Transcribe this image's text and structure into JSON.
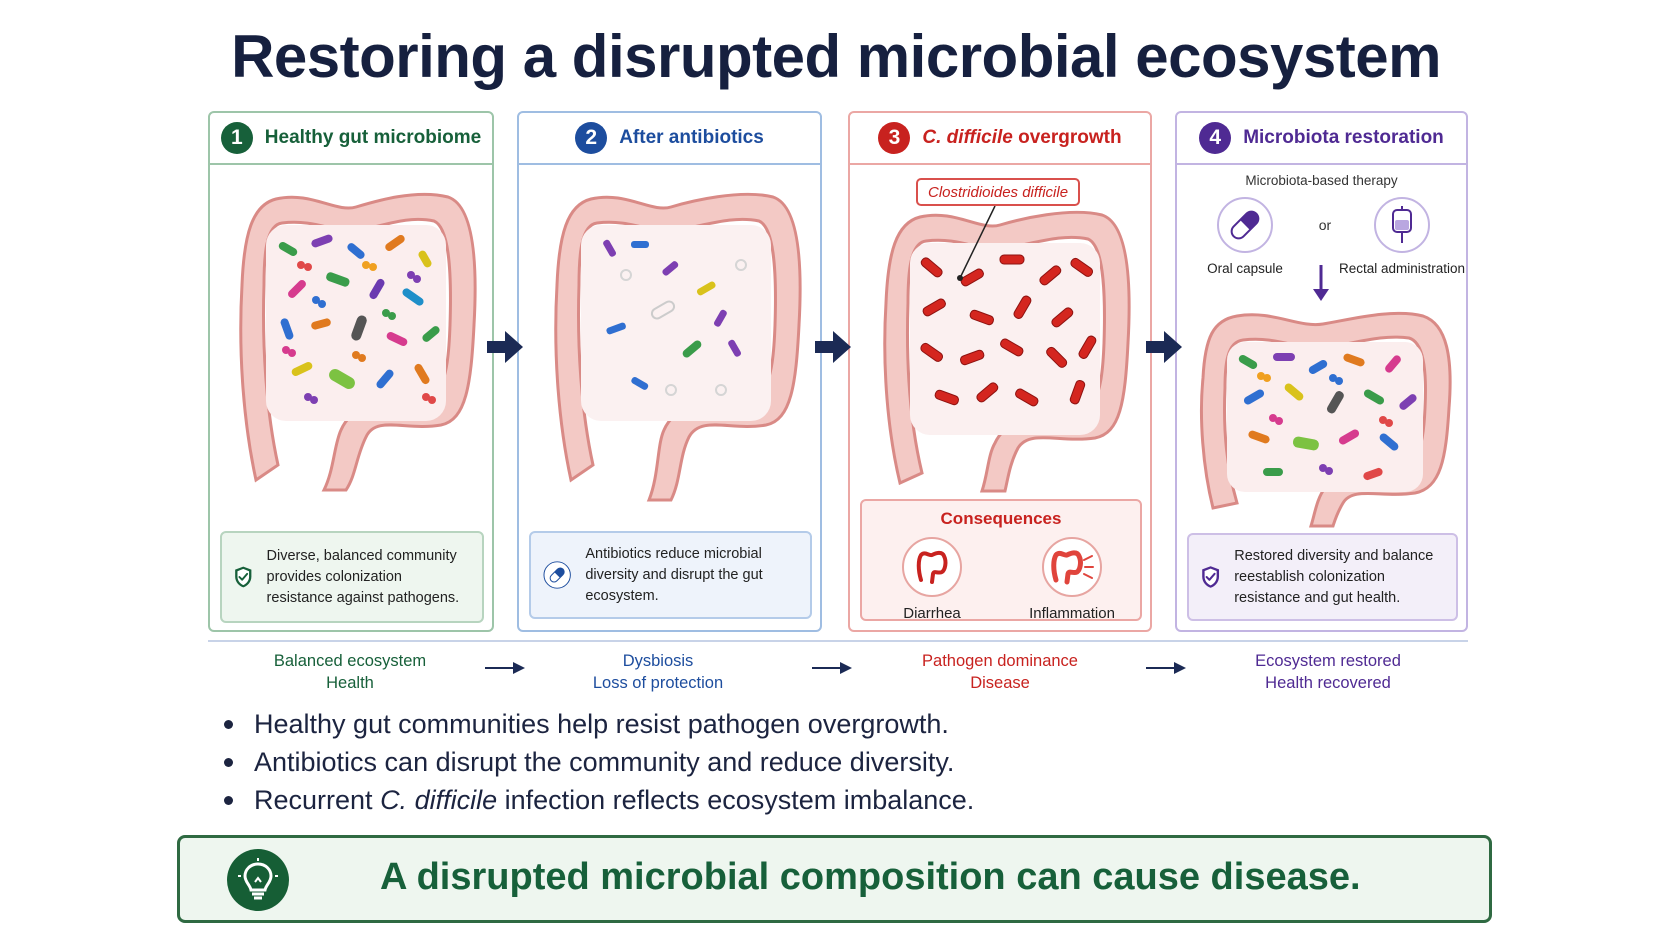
{
  "title": "Restoring a disrupted microbial ecosystem",
  "panels": [
    {
      "number": "1",
      "title": "Healthy gut microbiome",
      "info": "Diverse, balanced community provides colonization resistance against pathogens."
    },
    {
      "number": "2",
      "title": "After antibiotics",
      "info": "Antibiotics reduce microbial diversity and disrupt the gut ecosystem."
    },
    {
      "number": "3",
      "title_italic": "C. difficile",
      "title_rest": " overgrowth",
      "callout": "Clostridioides difficile",
      "consequences": {
        "title": "Consequences",
        "items": [
          "Diarrhea",
          "Inflammation"
        ]
      }
    },
    {
      "number": "4",
      "title": "Microbiota restoration",
      "therapy_label": "Microbiota-based therapy",
      "options": [
        "Oral capsule",
        "Rectal administration"
      ],
      "or": "or",
      "info": "Restored diversity and balance reestablish colonization resistance and gut health."
    }
  ],
  "stages": [
    {
      "line1": "Balanced ecosystem",
      "line2": "Health",
      "color": "#17603a"
    },
    {
      "line1": "Dysbiosis",
      "line2": "Loss of protection",
      "color": "#1d4d9e"
    },
    {
      "line1": "Pathogen dominance",
      "line2": "Disease",
      "color": "#c8221f"
    },
    {
      "line1": "Ecosystem restored",
      "line2": "Health recovered",
      "color": "#4f2a93"
    }
  ],
  "bullets": [
    {
      "text": "Healthy gut communities help resist pathogen overgrowth."
    },
    {
      "text": "Antibiotics can disrupt the community and reduce diversity."
    },
    {
      "prefix": "Recurrent ",
      "italic": "C. difficile",
      "suffix": " infection reflects ecosystem imbalance."
    }
  ],
  "footer": "A disrupted microbial composition can cause disease.",
  "icons": [
    "shield-check-icon",
    "capsule-icon",
    "intestine-icon",
    "inflamed-intestine-icon",
    "iv-bag-icon",
    "lightbulb-icon",
    "arrow-right-icon",
    "arrow-down-icon"
  ]
}
